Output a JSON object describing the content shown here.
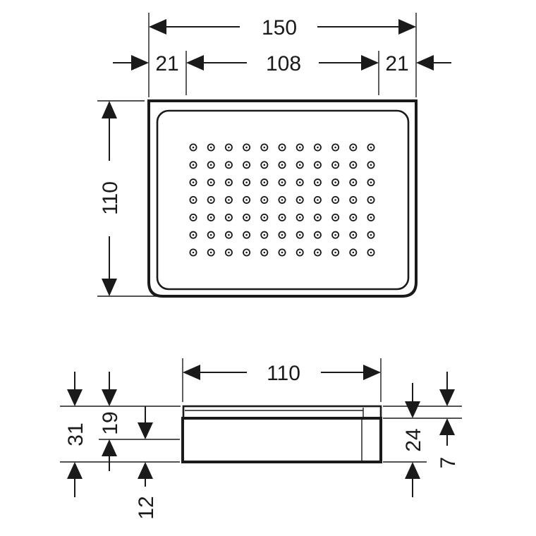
{
  "top_view": {
    "overall_width": "150",
    "left_margin": "21",
    "inner_width": "108",
    "right_margin": "21",
    "depth": "110",
    "hole_rows": 7,
    "hole_cols": 11
  },
  "side_view": {
    "width": "110",
    "total_height": "31",
    "body_height": "19",
    "base_offset": "12",
    "right_height": "24",
    "lip_height": "7"
  }
}
